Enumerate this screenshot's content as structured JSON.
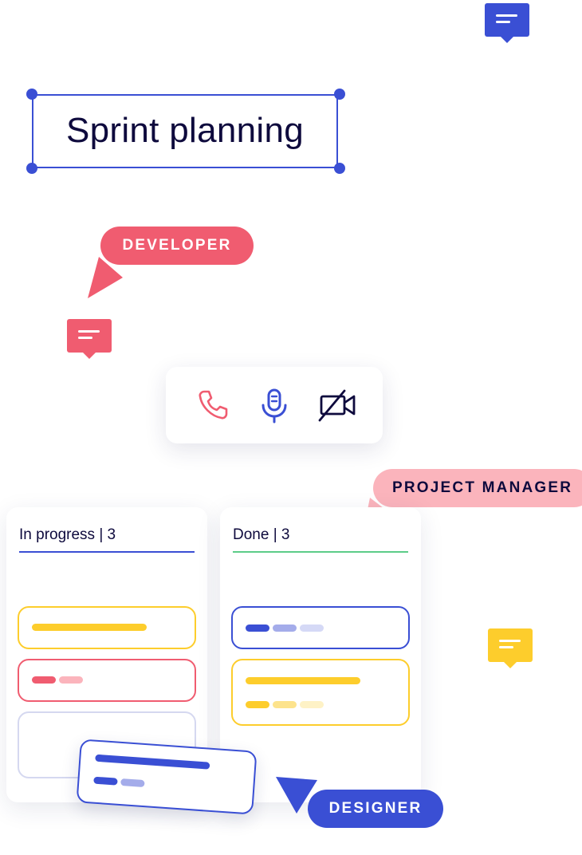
{
  "title": "Sprint planning",
  "tags": {
    "developer": "DEVELOPER",
    "project_manager": "PROJECT MANAGER",
    "designer": "DESIGNER"
  },
  "toolbar": {
    "icons": [
      "phone-icon",
      "microphone-icon",
      "video-off-icon"
    ]
  },
  "columns": [
    {
      "title": "In progress | 3",
      "accent": "#3a4fd4"
    },
    {
      "title": "Done | 3",
      "accent": "#5ccc88"
    }
  ],
  "colors": {
    "blue": "#3a4fd4",
    "pink": "#f05c70",
    "light_pink": "#fbb4bc",
    "yellow": "#fdcd2c",
    "dark_navy": "#0e0a3d"
  }
}
